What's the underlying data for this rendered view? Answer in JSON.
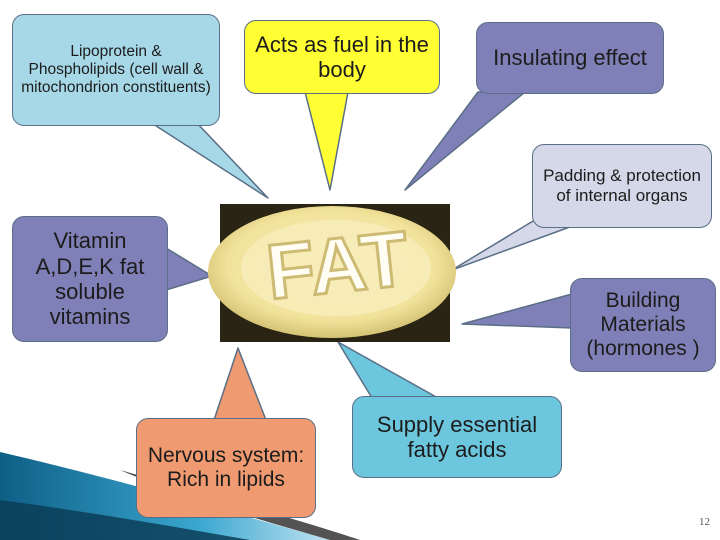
{
  "center_image": {
    "word": "FAT"
  },
  "callouts": {
    "lipoprotein": {
      "text": "Lipoprotein & Phospholipids (cell wall & mitochondrion constituents)",
      "color": "#a6d8e7"
    },
    "fuel": {
      "text": "Acts as fuel in the body",
      "color": "#ffff33"
    },
    "insulating": {
      "text": "Insulating effect",
      "color": "#8080b8"
    },
    "padding": {
      "text": "Padding & protection of internal organs",
      "color": "#d4d8e8"
    },
    "vitamin": {
      "text": "Vitamin A,D,E,K fat soluble vitamins",
      "color": "#8080b8"
    },
    "building": {
      "text": "Building Materials (hormones )",
      "color": "#8080b8"
    },
    "supply": {
      "text": "Supply essential fatty acids",
      "color": "#6cc7de"
    },
    "nervous": {
      "text": "Nervous system: Rich in lipids",
      "color": "#ef9a70"
    }
  },
  "footer": {
    "page_number": "12"
  },
  "colors": {
    "accent_teal": "#1d7fa8",
    "callout_border": "#5a6f86"
  }
}
